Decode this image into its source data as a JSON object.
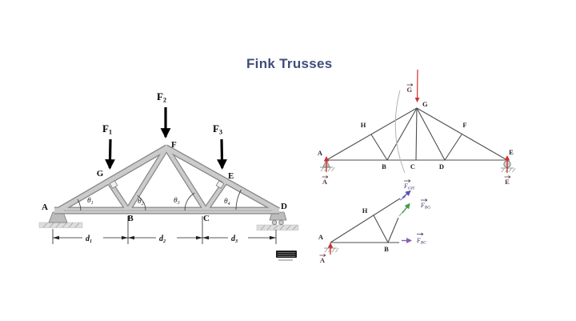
{
  "slide": {
    "title": "Fink Trusses",
    "title_color": "#3f4d7c"
  },
  "colors": {
    "reaction_red": "#cf3030",
    "member_gray": "#c9c9c9",
    "force_gh_purple": "#5b54b0",
    "force_bg_green": "#3e9b44",
    "force_bc_purple": "#8a5fb0"
  },
  "left_truss": {
    "node_labels": {
      "A": "A",
      "B": "B",
      "C": "C",
      "D": "D",
      "E": "E",
      "F": "F",
      "G": "G"
    },
    "force_labels": [
      {
        "base": "F",
        "sub": "1"
      },
      {
        "base": "F",
        "sub": "2"
      },
      {
        "base": "F",
        "sub": "3"
      }
    ],
    "angle_labels": [
      {
        "base": "θ",
        "sub": "1"
      },
      {
        "base": "θ",
        "sub": "2"
      },
      {
        "base": "θ",
        "sub": "3"
      },
      {
        "base": "θ",
        "sub": "4"
      }
    ],
    "dim_labels": [
      {
        "base": "d",
        "sub": "1"
      },
      {
        "base": "d",
        "sub": "2"
      },
      {
        "base": "d",
        "sub": "3"
      }
    ]
  },
  "fbd_full": {
    "node_labels": {
      "A": "A",
      "B": "B",
      "C": "C",
      "D": "D",
      "E": "E",
      "F": "F",
      "G": "G",
      "H": "H"
    },
    "load_label": "G",
    "reaction_left": "A",
    "reaction_right": "E"
  },
  "fbd_section": {
    "node_labels": {
      "A": "A",
      "B": "B",
      "H": "H"
    },
    "member_forces": [
      {
        "base": "F",
        "sub": "GH"
      },
      {
        "base": "F",
        "sub": "BG"
      },
      {
        "base": "F",
        "sub": "BC"
      }
    ],
    "reaction_label": "A"
  }
}
